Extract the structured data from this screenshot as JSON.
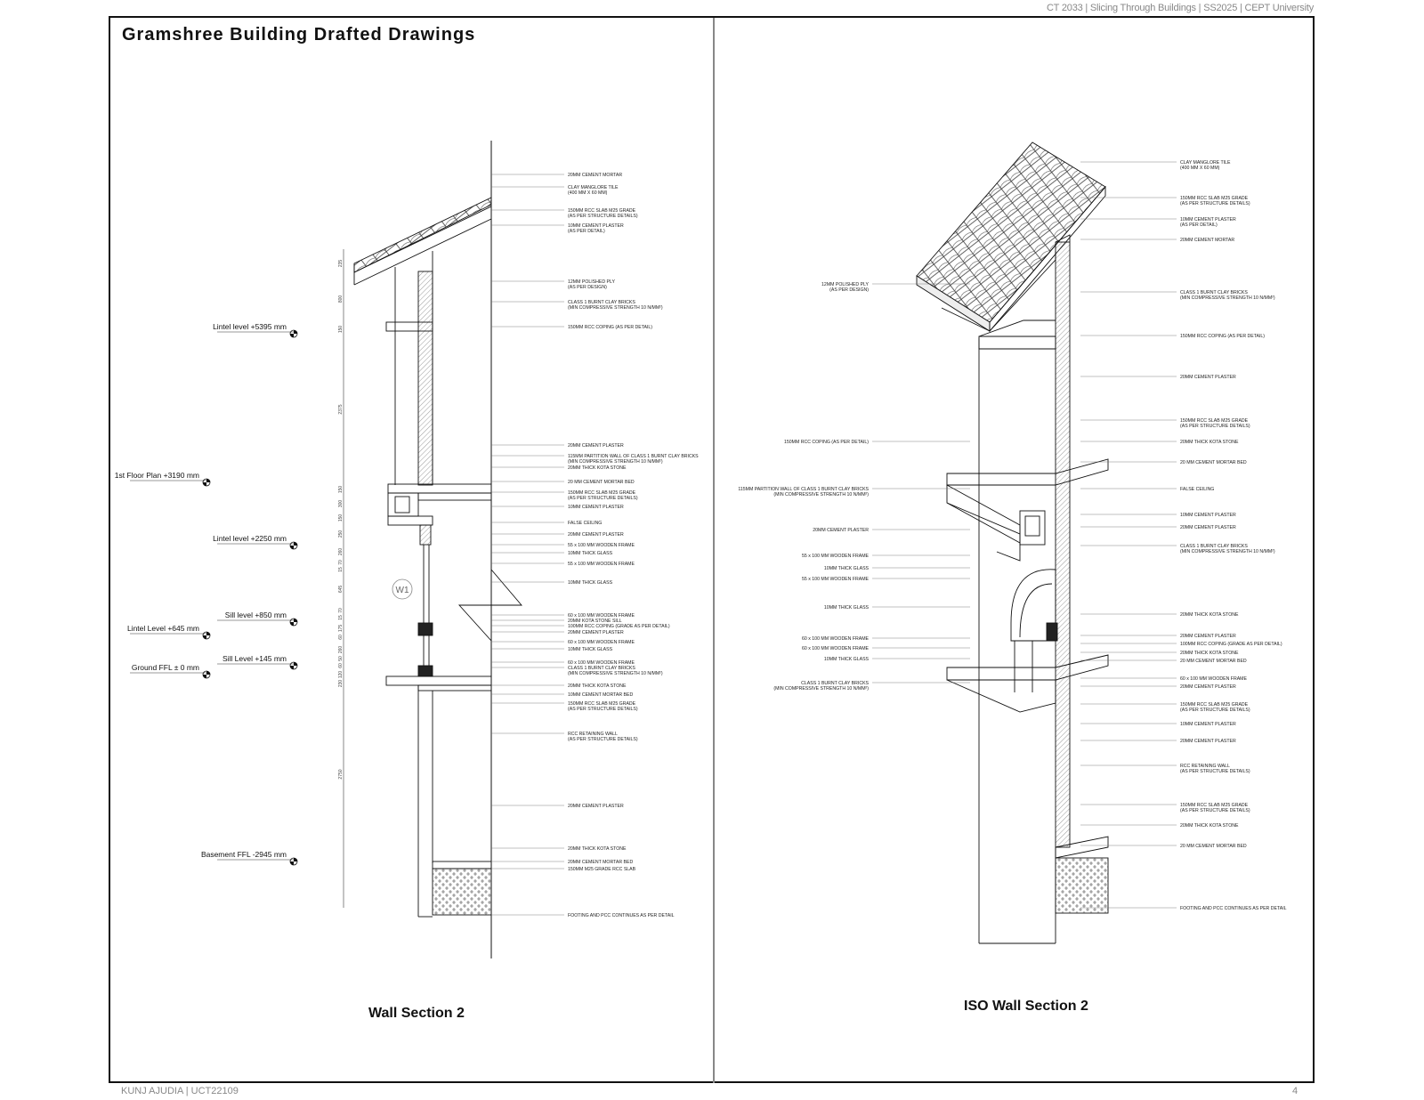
{
  "header": {
    "course": "CT 2033 | Slicing  Through Buildings | SS2025 | CEPT University"
  },
  "footer": {
    "author": "KUNJ AJUDIA  |  UCT22109",
    "page": "4"
  },
  "page_title": "Gramshree Building Drafted Drawings",
  "left": {
    "caption": "Wall Section 2",
    "tag": "W1",
    "levels": [
      {
        "label": "Lintel level  +5395 mm"
      },
      {
        "label": "1st Floor Plan +3190 mm"
      },
      {
        "label": "Lintel level  +2250 mm"
      },
      {
        "label": "Sill level  +850 mm"
      },
      {
        "label": "Lintel Level +645 mm"
      },
      {
        "label": "Sill Level  +145 mm"
      },
      {
        "label": "Ground FFL  ± 0 mm"
      },
      {
        "label": "Basement FFL  -2945 mm"
      }
    ],
    "dims": [
      "235",
      "800",
      "150",
      "2375",
      "150",
      "300",
      "150",
      "250",
      "260",
      "70",
      "15",
      "645",
      "70",
      "15",
      "175",
      "60",
      "260",
      "50",
      "60",
      "120",
      "230",
      "2750"
    ],
    "annotations": [
      {
        "l1": "20MM CEMENT MORTAR",
        "l2": ""
      },
      {
        "l1": "CLAY MANGLORE TILE",
        "l2": "(400 MM X 60 MM)"
      },
      {
        "l1": "150MM RCC SLAB M25 GRADE",
        "l2": "(AS PER STRUCTURE DETAILS)"
      },
      {
        "l1": "10MM CEMENT PLASTER",
        "l2": "(AS PER DETAIL)"
      },
      {
        "l1": "12MM POLISHED PLY",
        "l2": "(AS PER DESIGN)"
      },
      {
        "l1": "CLASS 1 BURNT CLAY BRICKS",
        "l2": "(MIN COMPRESSIVE STRENGTH 10 N/MM²)"
      },
      {
        "l1": "150MM RCC COPING (AS PER DETAIL)",
        "l2": ""
      },
      {
        "l1": "20MM CEMENT PLASTER",
        "l2": ""
      },
      {
        "l1": "115MM PARTITION WALL OF CLASS 1 BURNT CLAY BRICKS",
        "l2": "(MIN COMPRESSIVE STRENGTH 10 N/MM²)"
      },
      {
        "l1": "20MM THICK KOTA STONE",
        "l2": ""
      },
      {
        "l1": "20 MM CEMENT MORTAR BED",
        "l2": ""
      },
      {
        "l1": "150MM RCC SLAB M25 GRADE",
        "l2": "(AS PER STRUCTURE DETAILS)"
      },
      {
        "l1": "10MM CEMENT PLASTER",
        "l2": ""
      },
      {
        "l1": "FALSE CEILING",
        "l2": ""
      },
      {
        "l1": "20MM CEMENT PLASTER",
        "l2": ""
      },
      {
        "l1": "55 x 100 MM WOODEN FRAME",
        "l2": ""
      },
      {
        "l1": "10MM THICK GLASS",
        "l2": ""
      },
      {
        "l1": "55 x 100 MM WOODEN FRAME",
        "l2": ""
      },
      {
        "l1": "10MM THICK GLASS",
        "l2": ""
      },
      {
        "l1": "60 x 100 MM WOODEN FRAME",
        "l2": ""
      },
      {
        "l1": "20MM KOTA STONE SILL",
        "l2": ""
      },
      {
        "l1": "100MM RCC COPING (GRADE AS PER DETAIL)",
        "l2": ""
      },
      {
        "l1": "20MM CEMENT PLASTER",
        "l2": ""
      },
      {
        "l1": "60 x 100 MM WOODEN FRAME",
        "l2": ""
      },
      {
        "l1": "10MM THICK GLASS",
        "l2": ""
      },
      {
        "l1": "60 x 100 MM WOODEN FRAME",
        "l2": ""
      },
      {
        "l1": "CLASS 1 BURNT CLAY BRICKS",
        "l2": "(MIN COMPRESSIVE STRENGTH 10 N/MM²)"
      },
      {
        "l1": "20MM THICK KOTA STONE",
        "l2": ""
      },
      {
        "l1": "10MM CEMENT MORTAR BED",
        "l2": ""
      },
      {
        "l1": "150MM RCC SLAB M25 GRADE",
        "l2": "(AS PER STRUCTURE DETAILS)"
      },
      {
        "l1": "RCC RETAINING WALL",
        "l2": "(AS PER STRUCTURE DETAILS)"
      },
      {
        "l1": "20MM CEMENT PLASTER",
        "l2": ""
      },
      {
        "l1": "20MM THICK KOTA STONE",
        "l2": ""
      },
      {
        "l1": "20MM CEMENT MORTAR BED",
        "l2": ""
      },
      {
        "l1": "150MM M25 GRADE RCC SLAB",
        "l2": ""
      },
      {
        "l1": "FOOTING AND PCC CONTINUES AS PER DETAIL",
        "l2": ""
      }
    ]
  },
  "right": {
    "caption": "ISO Wall Section 2",
    "annotations_right": [
      {
        "l1": "CLAY MANGLORE TILE",
        "l2": "(400 MM X 60 MM)"
      },
      {
        "l1": "150MM RCC SLAB M25 GRADE",
        "l2": "(AS PER STRUCTURE DETAILS)"
      },
      {
        "l1": "10MM CEMENT PLASTER",
        "l2": "(AS PER DETAIL)"
      },
      {
        "l1": "20MM CEMENT MORTAR",
        "l2": ""
      },
      {
        "l1": "CLASS 1 BURNT CLAY BRICKS",
        "l2": "(MIN COMPRESSIVE STRENGTH 10 N/MM²)"
      },
      {
        "l1": "150MM RCC COPING (AS PER DETAIL)",
        "l2": ""
      },
      {
        "l1": "20MM CEMENT PLASTER",
        "l2": ""
      },
      {
        "l1": "150MM RCC SLAB M25 GRADE",
        "l2": "(AS PER STRUCTURE DETAILS)"
      },
      {
        "l1": "20MM THICK KOTA STONE",
        "l2": ""
      },
      {
        "l1": "20 MM CEMENT MORTAR BED",
        "l2": ""
      },
      {
        "l1": "FALSE CEILING",
        "l2": ""
      },
      {
        "l1": "10MM CEMENT PLASTER",
        "l2": ""
      },
      {
        "l1": "20MM CEMENT PLASTER",
        "l2": ""
      },
      {
        "l1": "CLASS 1 BURNT CLAY BRICKS",
        "l2": "(MIN COMPRESSIVE STRENGTH 10 N/MM²)"
      },
      {
        "l1": "20MM THICK KOTA STONE",
        "l2": ""
      },
      {
        "l1": "20MM CEMENT PLASTER",
        "l2": ""
      },
      {
        "l1": "100MM RCC COPING (GRADE AS PER DETAIL)",
        "l2": ""
      },
      {
        "l1": "20MM THICK KOTA STONE",
        "l2": ""
      },
      {
        "l1": "20 MM CEMENT MORTAR BED",
        "l2": ""
      },
      {
        "l1": "60 x 100 MM WOODEN FRAME",
        "l2": ""
      },
      {
        "l1": "20MM CEMENT PLASTER",
        "l2": ""
      },
      {
        "l1": "150MM RCC SLAB M25 GRADE",
        "l2": "(AS PER STRUCTURE DETAILS)"
      },
      {
        "l1": "10MM CEMENT PLASTER",
        "l2": ""
      },
      {
        "l1": "20MM CEMENT PLASTER",
        "l2": ""
      },
      {
        "l1": "RCC RETAINING WALL",
        "l2": "(AS PER STRUCTURE DETAILS)"
      },
      {
        "l1": "150MM RCC SLAB M25 GRADE",
        "l2": "(AS PER STRUCTURE DETAILS)"
      },
      {
        "l1": "20MM THICK KOTA STONE",
        "l2": ""
      },
      {
        "l1": "20 MM CEMENT MORTAR BED",
        "l2": ""
      },
      {
        "l1": "FOOTING AND PCC CONTINUES AS PER DETAIL",
        "l2": ""
      }
    ],
    "annotations_left": [
      {
        "l1": "12MM POLISHED PLY",
        "l2": "(AS PER DESIGN)"
      },
      {
        "l1": "150MM RCC COPING (AS PER DETAIL)",
        "l2": ""
      },
      {
        "l1": "115MM PARTITION WALL OF CLASS 1 BURNT CLAY BRICKS",
        "l2": "(MIN COMPRESSIVE STRENGTH 10 N/MM²)"
      },
      {
        "l1": "20MM CEMENT PLASTER",
        "l2": ""
      },
      {
        "l1": "55 x 100 MM WOODEN FRAME",
        "l2": ""
      },
      {
        "l1": "10MM THICK GLASS",
        "l2": ""
      },
      {
        "l1": "55 x 100 MM WOODEN FRAME",
        "l2": ""
      },
      {
        "l1": "10MM THICK GLASS",
        "l2": ""
      },
      {
        "l1": "60 x 100 MM WOODEN FRAME",
        "l2": ""
      },
      {
        "l1": "60 x 100 MM WOODEN FRAME",
        "l2": ""
      },
      {
        "l1": "10MM THICK GLASS",
        "l2": ""
      },
      {
        "l1": "CLASS 1 BURNT CLAY BRICKS",
        "l2": "(MIN COMPRESSIVE STRENGTH 10 N/MM²)"
      }
    ]
  }
}
